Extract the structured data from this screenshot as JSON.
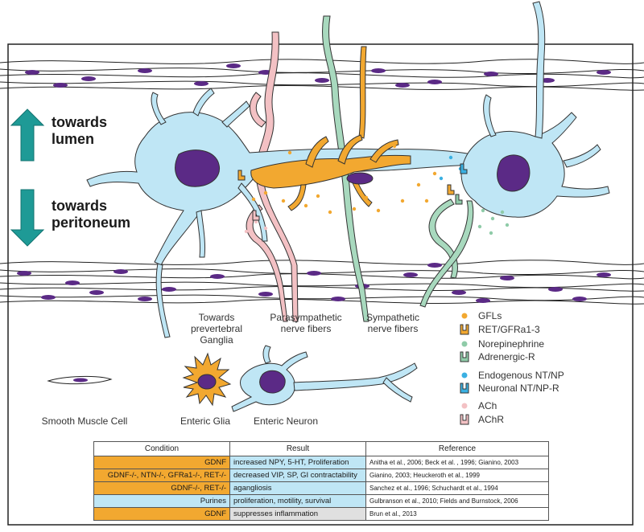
{
  "direction": {
    "up_label_1": "towards",
    "up_label_2": "lumen",
    "down_label_1": "towards",
    "down_label_2": "peritoneum"
  },
  "fiber_labels": {
    "prevertebral_1": "Towards",
    "prevertebral_2": "prevertebral",
    "prevertebral_3": "Ganglia",
    "parasympathetic_1": "Parasympathetic",
    "parasympathetic_2": "nerve fibers",
    "sympathetic_1": "Sympathetic",
    "sympathetic_2": "nerve fibers"
  },
  "cell_labels": {
    "smooth_muscle": "Smooth Muscle Cell",
    "enteric_glia": "Enteric Glia",
    "enteric_neuron": "Enteric Neuron"
  },
  "legend": [
    {
      "label": "GFLs",
      "symbol": "dot",
      "color": "#F2A830"
    },
    {
      "label": "RET/GFRa1-3",
      "symbol": "receptor",
      "color": "#F2A830"
    },
    {
      "label": "Norepinephrine",
      "symbol": "dot",
      "color": "#8FCBA8"
    },
    {
      "label": "Adrenergic-R",
      "symbol": "receptor",
      "color": "#8FCBA8"
    },
    {
      "label": "Endogenous NT/NP",
      "symbol": "dot",
      "color": "#3AB0E2"
    },
    {
      "label": "Neuronal NT/NP-R",
      "symbol": "receptor",
      "color": "#3AB0E2"
    },
    {
      "label": "ACh",
      "symbol": "dot",
      "color": "#F3C1C4"
    },
    {
      "label": "AChR",
      "symbol": "receptor",
      "color": "#F3C1C4"
    }
  ],
  "colors": {
    "neuron": "#BFE6F5",
    "glia": "#F2A830",
    "nucleus": "#5B2A86",
    "parasympathetic": "#F3C1C4",
    "sympathetic": "#A8D9BE",
    "arrow": "#1E9A96"
  },
  "table": {
    "headers": [
      "Condition",
      "Result",
      "Reference"
    ],
    "rows": [
      {
        "condition": "GDNF",
        "result": "increased NPY, 5-HT, Proliferation",
        "reference": "Anitha et al., 2006; Beck et al. , 1996; Gianino, 2003"
      },
      {
        "condition": "GDNF-/-, NTN-/-, GFRa1-/-, RET-/-",
        "result": "decreased VIP, SP, GI contractability",
        "reference": "Gianino, 2003; Heuckeroth et al., 1999"
      },
      {
        "condition": "GDNF-/-, RET-/-",
        "result": "agangliosis",
        "reference": "Sanchez et al., 1996; Schuchardt et al., 1994"
      },
      {
        "condition": "Purines",
        "result": "proliferation, motility, survival",
        "reference": "Gulbranson et al., 2010; Fields and Burnstock, 2006"
      },
      {
        "condition": "GDNF",
        "result": "suppresses inflammation",
        "reference": "Brun et al., 2013"
      }
    ],
    "row_colors": [
      {
        "condition": "#F2A830",
        "result": "#BFE6F5"
      },
      {
        "condition": "#F2A830",
        "result": "#BFE6F5"
      },
      {
        "condition": "#F2A830",
        "result": "#BFE6F5"
      },
      {
        "condition": "#BFE6F5",
        "result": "#BFE6F5"
      },
      {
        "condition": "#F2A830",
        "result": "#E0E0E0"
      }
    ]
  }
}
